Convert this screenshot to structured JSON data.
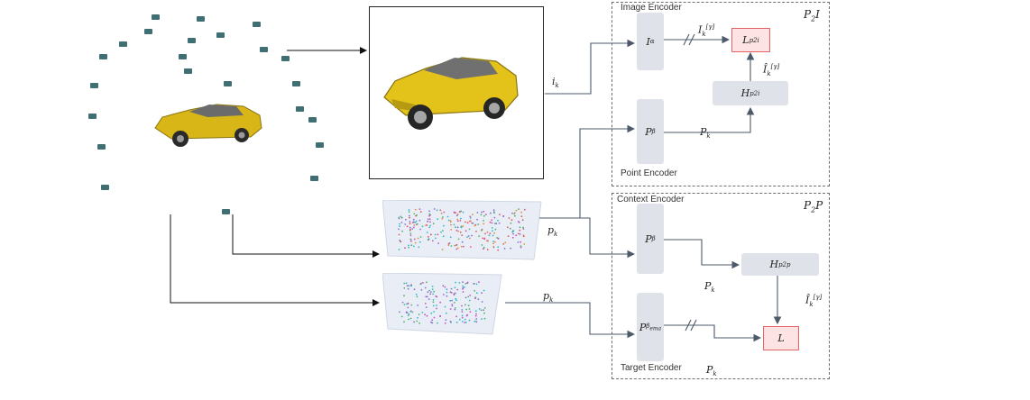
{
  "panels": {
    "image_encoder": {
      "title": "Image Encoder",
      "corner_tag": "P",
      "corner_sub": "2",
      "corner_suffix": "I",
      "bottom_label": "Point Encoder"
    },
    "context_encoder": {
      "title": "Context Encoder",
      "corner_tag": "P",
      "corner_sub": "2",
      "corner_suffix": "P",
      "bottom_label": "Target Encoder"
    }
  },
  "blocks": {
    "i_alpha": {
      "main": "I",
      "sub": "α"
    },
    "p_beta_top": {
      "main": "P",
      "sub": "β"
    },
    "l_p2i": {
      "main": "L",
      "sub": "p2i"
    },
    "h_p2i": {
      "main": "H",
      "sub": "p2i"
    },
    "p_beta_ctx": {
      "main": "P",
      "sub": "β"
    },
    "h_p2p": {
      "main": "H",
      "sub": "p2p"
    },
    "p_beta_ema": {
      "main": "P",
      "sub": "β",
      "subsub": "ema"
    },
    "l_final": {
      "main": "L"
    }
  },
  "edge_labels": {
    "i_k": {
      "main": "i",
      "sub": "k"
    },
    "I_k_gamma": {
      "main": "I",
      "sub": "k",
      "sup": "[γ]"
    },
    "I_k_hat_top": {
      "main": "Î",
      "sub": "k",
      "sup": "[γ]"
    },
    "P_k_top": {
      "main": "P",
      "sub": "k"
    },
    "p_k_mid": {
      "main": "p",
      "sub": "k"
    },
    "p_k_low": {
      "main": "p",
      "sub": "k"
    },
    "P_k_ctx": {
      "main": "P",
      "sub": "k"
    },
    "I_k_hat_ctx": {
      "main": "Î",
      "sub": "k",
      "sup": "[γ]"
    },
    "P_k_bottom": {
      "main": "P",
      "sub": "k"
    }
  },
  "colors": {
    "block_fill": "#dfe3e9",
    "loss_fill": "#fde3e3",
    "loss_border": "#e26464",
    "arrow": "#4d5a6a",
    "car_body": "#e3c21a",
    "camera": "#3f6f72"
  }
}
